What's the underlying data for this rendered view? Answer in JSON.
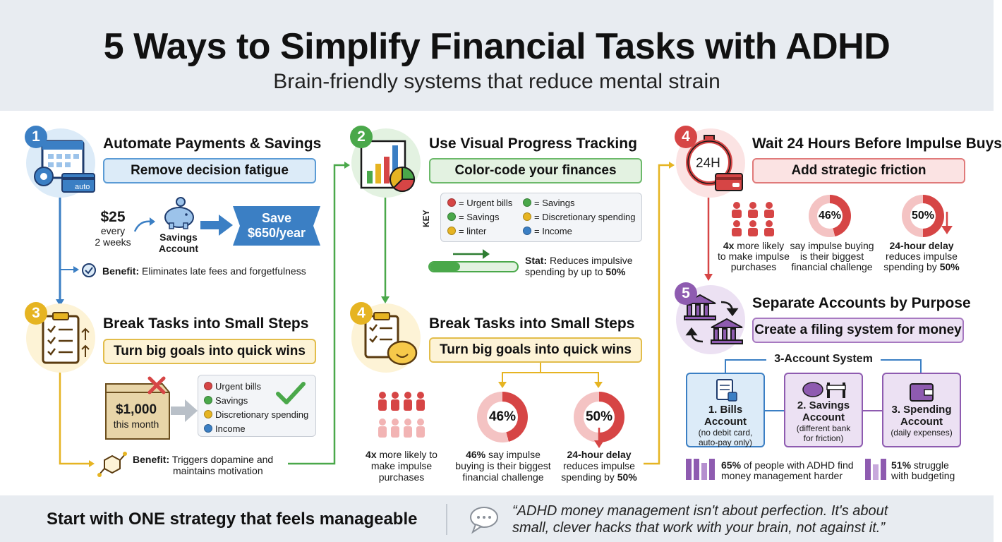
{
  "header": {
    "title": "5 Ways to Simplify Financial Tasks with ADHD",
    "subtitle": "Brain-friendly systems that reduce mental strain"
  },
  "colors": {
    "blue": "#3b7fc4",
    "green": "#4aa84a",
    "yellow": "#e6b422",
    "red": "#d64545",
    "purple": "#8e5bb0"
  },
  "sec1": {
    "number": "1",
    "title": "Automate Payments & Savings",
    "pill": "Remove decision fatigue",
    "card_label": "auto",
    "amount": "$25",
    "every": "every",
    "weeks": "2 weeks",
    "target_line1": "Savings",
    "target_line2": "Account",
    "banner_line1": "Save",
    "banner_line2": "$650/year",
    "benefit_label": "Benefit:",
    "benefit_text": "Eliminates late fees and forgetfulness"
  },
  "sec2": {
    "number": "2",
    "title": "Use Visual Progress Tracking",
    "pill": "Color-code your finances",
    "key_label": "KEY",
    "key_items": [
      {
        "label": "= Urgent bills",
        "color": "#d64545"
      },
      {
        "label": "= Savings",
        "color": "#4aa84a"
      },
      {
        "label": "= Savings",
        "color": "#4aa84a"
      },
      {
        "label": "= Discretionary spending",
        "color": "#e6b422"
      },
      {
        "label": "= linter",
        "color": "#e6b422"
      },
      {
        "label": "= Income",
        "color": "#3b7fc4"
      }
    ],
    "progress_fraction": 0.35,
    "stat_label": "Stat:",
    "stat_text1": "Reduces impulsive",
    "stat_text2": "spending by up to",
    "stat_value": "50%"
  },
  "sec3": {
    "number": "3",
    "title": "Break Tasks into Small Steps",
    "pill": "Turn big goals into quick wins",
    "box_amount": "$1,000",
    "box_text": "this month",
    "list": [
      {
        "label": "Urgent bills",
        "color": "#d64545"
      },
      {
        "label": "Savings",
        "color": "#4aa84a"
      },
      {
        "label": "Discretionary spending",
        "color": "#e6b422"
      },
      {
        "label": "Income",
        "color": "#3b7fc4"
      }
    ],
    "benefit_label": "Benefit:",
    "benefit_text1": "Triggers dopamine and",
    "benefit_text2": "maintains motivation"
  },
  "sec4b": {
    "number": "4",
    "title": "Break Tasks into Small Steps",
    "pill": "Turn big goals into quick wins",
    "stat1_bold": "4x",
    "stat1_a": "more likely to",
    "stat1_b": "make impulse",
    "stat1_c": "purchases",
    "donut1_value": "46%",
    "donut1_fraction": 0.46,
    "stat2_bold": "46%",
    "stat2_a": "say impulse",
    "stat2_b": "buying is their biggest",
    "stat2_c": "financial challenge",
    "donut2_value": "50%",
    "donut2_fraction": 0.5,
    "stat3_bold": "24-hour delay",
    "stat3_a": "reduces impulse",
    "stat3_b": "spending by",
    "stat3_c": "50%"
  },
  "sec4": {
    "number": "4",
    "title": "Wait 24 Hours Before Impulse Buys",
    "pill": "Add strategic friction",
    "clock_label": "24H",
    "stat1_bold": "4x",
    "stat1_a": "more likely",
    "stat1_b": "to make impulse",
    "stat1_c": "purchases",
    "donut1_value": "46%",
    "donut1_fraction": 0.46,
    "stat2_a": "say impulse buying",
    "stat2_b": "is their biggest",
    "stat2_c": "financial challenge",
    "donut2_value": "50%",
    "donut2_fraction": 0.5,
    "stat3_bold": "24-hour delay",
    "stat3_a": "reduces impulse",
    "stat3_b": "spending by",
    "stat3_c": "50%"
  },
  "sec5": {
    "number": "5",
    "title": "Separate Accounts by Purpose",
    "pill": "Create a filing system for money",
    "system_label": "3-Account System",
    "accounts": [
      {
        "title1": "1. Bills",
        "title2": "Account",
        "sub1": "(no debit card,",
        "sub2": "auto-pay only)"
      },
      {
        "title1": "2. Savings",
        "title2": "Account",
        "sub1": "(different bank",
        "sub2": "for friction)"
      },
      {
        "title1": "3. Spending",
        "title2": "Account",
        "sub1": "(daily expenses)",
        "sub2": ""
      }
    ],
    "stat1_bold": "65%",
    "stat1_a": "of people with ADHD find",
    "stat1_b": "money management harder",
    "stat2_bold": "51%",
    "stat2_a": "struggle",
    "stat2_b": "with budgeting"
  },
  "footer": {
    "cta": "Start with ONE strategy that feels manageable",
    "quote_line1": "“ADHD money management isn't about perfection. It's about",
    "quote_line2": "small, clever hacks that work with your brain, not against it.”"
  }
}
